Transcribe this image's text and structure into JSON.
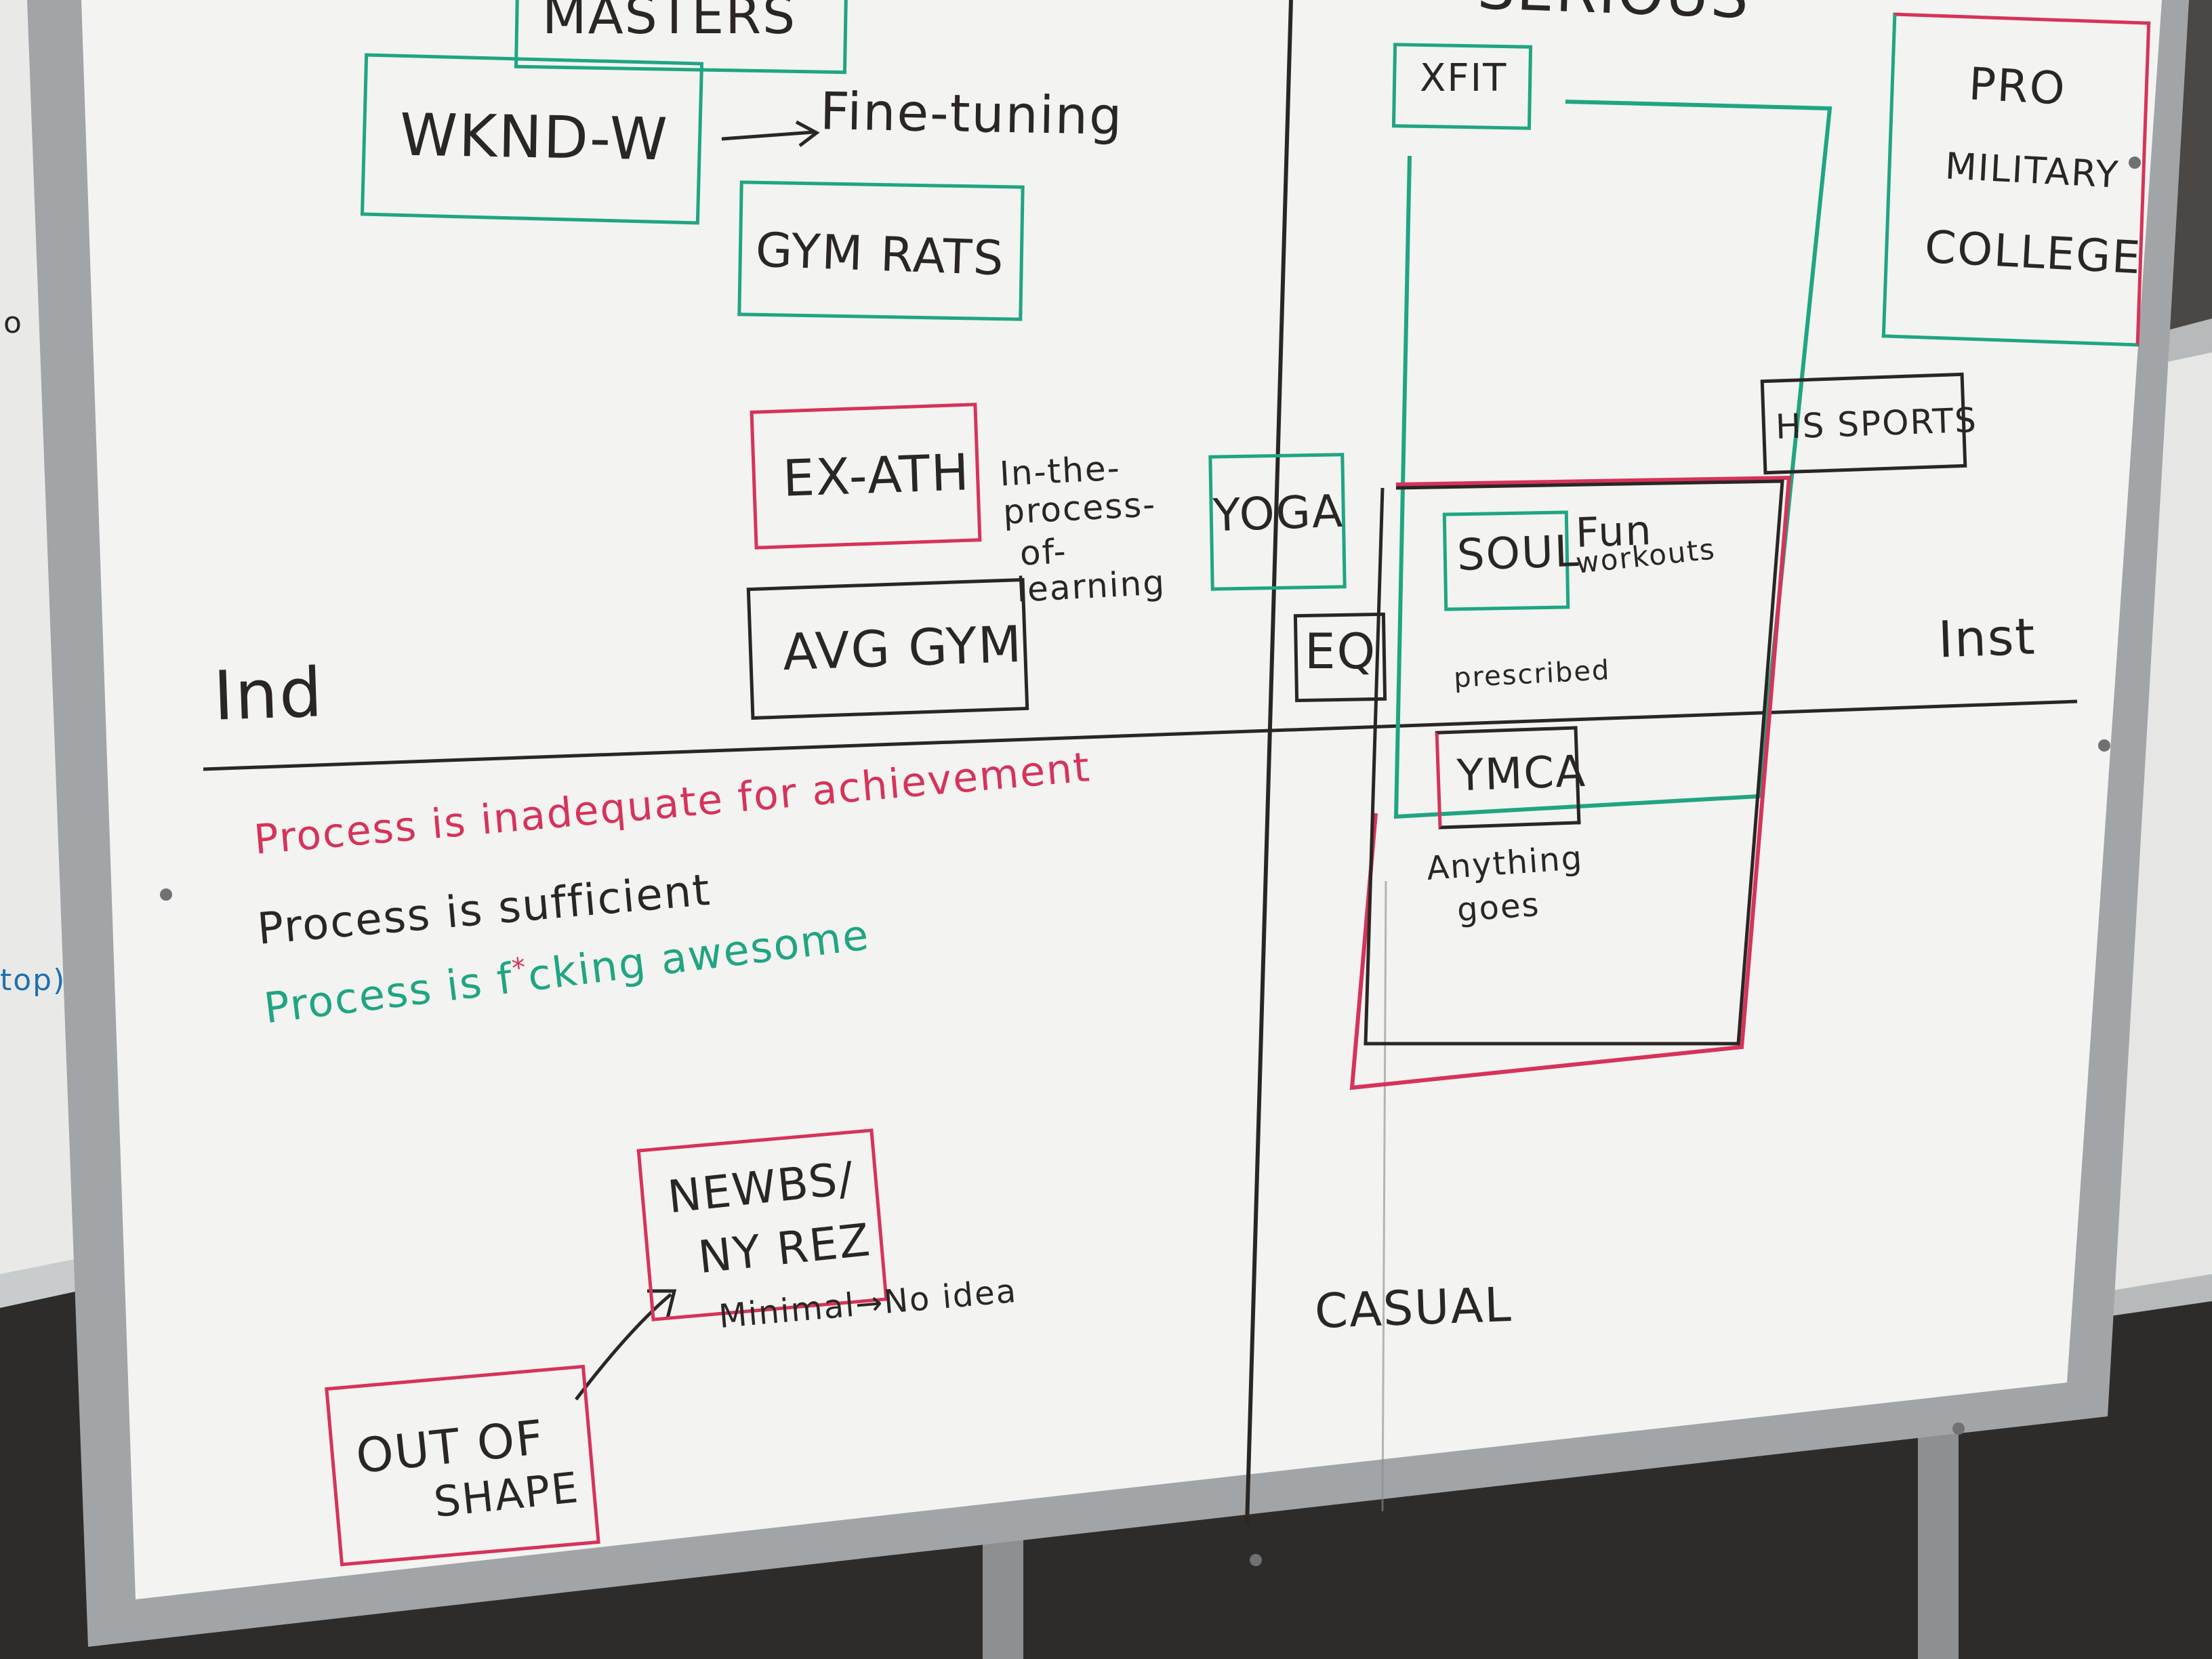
{
  "colors": {
    "marker_black": "#2a2624",
    "marker_red": "#d6335a",
    "marker_green": "#1fa582",
    "board_white": "#f3f3f1",
    "frame_gray": "#9a9c9e"
  },
  "axes": {
    "top": "SERIOUS",
    "bottom": "CASUAL",
    "left": "Ind",
    "right": "Inst"
  },
  "boxes": {
    "masters": "MASTERS",
    "wknd_w": "WKND-W",
    "gym_rats": "GYM RATS",
    "ex_ath": "EX-ATH",
    "avg_gym": "AVG GYM",
    "yoga": "YOGA",
    "eq": "EQ",
    "xfit": "XFIT",
    "pro_military_college": [
      "PRO",
      "MILITARY",
      "COLLEGE"
    ],
    "hs_sports": "HS SPORTS",
    "soul": "SOUL",
    "ymca": "YMCA",
    "newbs": [
      "NEWBS/",
      "NY REZ"
    ],
    "out_of_shape": [
      "OUT OF",
      "SHAPE"
    ]
  },
  "notes": {
    "fine_tuning": "Fine-tuning",
    "in_process": [
      "In-the-",
      "process-",
      "of-",
      "learning"
    ],
    "fun_workouts": [
      "Fun",
      "workouts"
    ],
    "prescribed": "prescribed",
    "anything_goes": [
      "Anything",
      "goes"
    ],
    "minimal": "Minimal→No idea"
  },
  "legend": {
    "red": "Process is inadequate for achievement",
    "black": "Process is sufficient",
    "green_prefix": "Process is f",
    "green_mark": "*",
    "green_suffix": "cking awesome"
  },
  "left_board_fragments": [
    "o",
    "top)"
  ]
}
